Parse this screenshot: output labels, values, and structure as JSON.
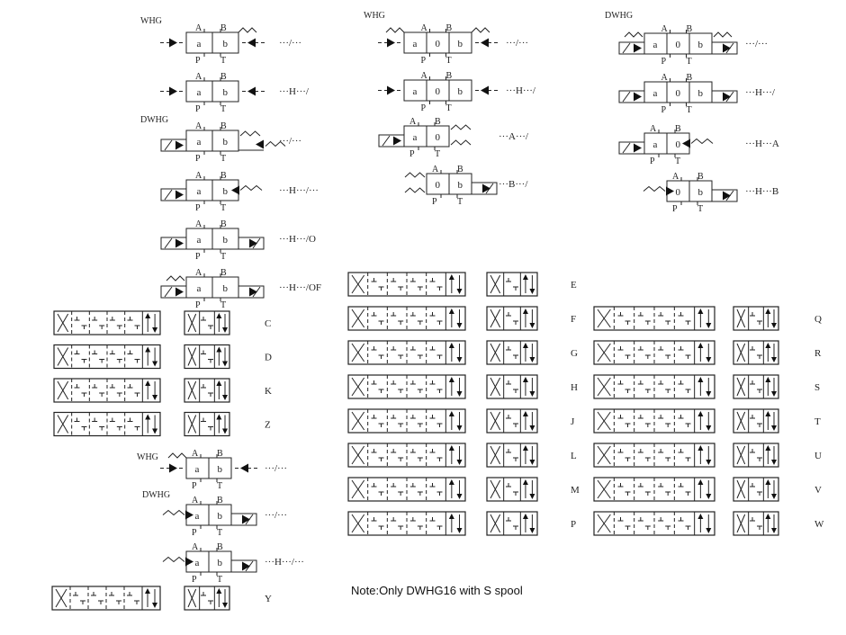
{
  "ports": {
    "a": "A",
    "b": "B",
    "p": "P",
    "t": "T"
  },
  "top_left": {
    "groups": [
      {
        "label": "WHG",
        "valves": [
          {
            "cells": [
              "a",
              "b"
            ],
            "code": "···/···",
            "left": "pilot",
            "right": "pilot-spring"
          },
          {
            "cells": [
              "a",
              "b"
            ],
            "code": "···H···/",
            "left": "pilot",
            "right": "pilot"
          }
        ]
      },
      {
        "label": "DWHG",
        "valves": [
          {
            "cells": [
              "a",
              "b"
            ],
            "code": "···/···",
            "left": "solenoid",
            "right": "spring-both"
          },
          {
            "cells": [
              "a",
              "b"
            ],
            "code": "···H···/···",
            "left": "solenoid",
            "right": "spring"
          },
          {
            "cells": [
              "a",
              "b"
            ],
            "code": "···H···/O",
            "left": "solenoid",
            "right": "solenoid"
          },
          {
            "cells": [
              "a",
              "b"
            ],
            "code": "···H···/OF",
            "left": "solenoid-spring",
            "right": "solenoid"
          }
        ]
      }
    ]
  },
  "top_middle": {
    "label": "WHG",
    "valves": [
      {
        "cells": [
          "a",
          "0",
          "b"
        ],
        "code": "···/···",
        "left": "pilot-spring",
        "right": "pilot-spring"
      },
      {
        "cells": [
          "a",
          "0",
          "b"
        ],
        "code": "···H···/",
        "left": "pilot",
        "right": "pilot"
      },
      {
        "cells": [
          "a",
          "0"
        ],
        "code": "···A···/",
        "left": "solenoid",
        "right": "spring2"
      },
      {
        "cells": [
          "0",
          "b"
        ],
        "code": "···B···/",
        "left": "spring2",
        "right": "solenoid"
      }
    ]
  },
  "top_right": {
    "label": "DWHG",
    "valves": [
      {
        "cells": [
          "a",
          "0",
          "b"
        ],
        "code": "···/···",
        "left": "solenoid-spring",
        "right": "solenoid-spring"
      },
      {
        "cells": [
          "a",
          "0",
          "b"
        ],
        "code": "···H···/",
        "left": "solenoid",
        "right": "solenoid"
      },
      {
        "cells": [
          "a",
          "0"
        ],
        "code": "···H···A",
        "left": "solenoid",
        "right": "spring"
      },
      {
        "cells": [
          "0",
          "b"
        ],
        "code": "···H···B",
        "left": "spring",
        "right": "solenoid"
      }
    ]
  },
  "bottom_left": {
    "groups": [
      {
        "label": "WHG",
        "valves": [
          {
            "cells": [
              "a",
              "b"
            ],
            "code": "···/···",
            "left": "pilot-spring",
            "right": "pilot"
          }
        ]
      },
      {
        "label": "DWHG",
        "valves": [
          {
            "cells": [
              "a",
              "b"
            ],
            "code": "···/···",
            "left": "spring",
            "right": "solenoid"
          },
          {
            "cells": [
              "a",
              "b"
            ],
            "code": "···H···/···",
            "left": "spring",
            "right": "solenoid"
          }
        ]
      }
    ]
  },
  "spools": {
    "left": [
      "C",
      "D",
      "K",
      "Z"
    ],
    "left_bottom": [
      "Y"
    ],
    "middle": [
      "E",
      "F",
      "G",
      "H",
      "J",
      "L",
      "M",
      "P"
    ],
    "right": [
      "Q",
      "R",
      "S",
      "T",
      "U",
      "V",
      "W"
    ]
  },
  "note": "Note:Only DWHG16 with S spool"
}
